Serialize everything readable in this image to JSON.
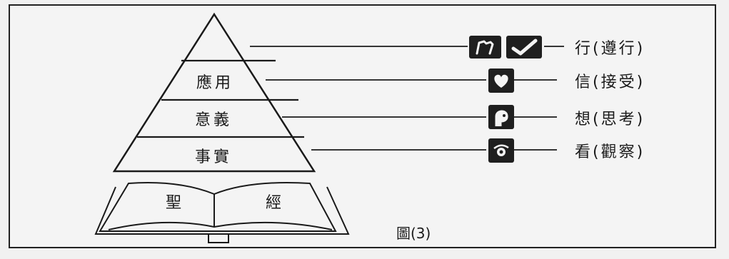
{
  "pyramid": {
    "levels": [
      {
        "label": "應用"
      },
      {
        "label": "意義"
      },
      {
        "label": "事實"
      }
    ]
  },
  "book": {
    "left": "聖",
    "right": "經"
  },
  "right_labels": [
    {
      "text": "行(遵行)",
      "icon": "hand-and-check-icon"
    },
    {
      "text": "信(接受)",
      "icon": "heart-icon"
    },
    {
      "text": "想(思考)",
      "icon": "head-icon"
    },
    {
      "text": "看(觀察)",
      "icon": "eye-icon"
    }
  ],
  "caption": "圖(3)"
}
